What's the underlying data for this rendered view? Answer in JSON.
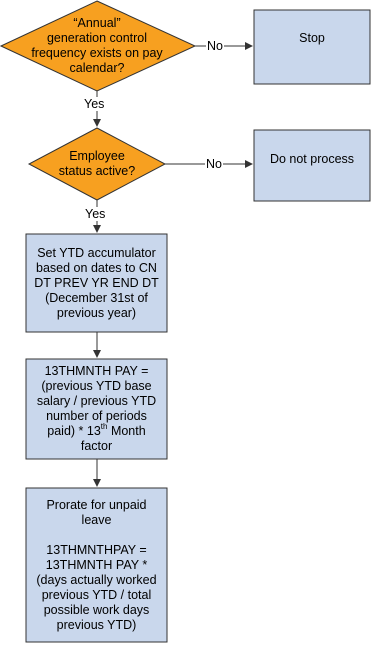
{
  "colors": {
    "decision_fill": "#F7A020",
    "process_fill": "#C9D7EC",
    "stroke": "#333333"
  },
  "nodes": {
    "decision_annual": {
      "lines": [
        "“Annual”",
        "generation control",
        "frequency exists on pay",
        "calendar?"
      ]
    },
    "stop": {
      "lines": [
        "Stop"
      ]
    },
    "decision_active": {
      "lines": [
        "Employee",
        "status active?"
      ]
    },
    "do_not_process": {
      "lines": [
        "Do not process"
      ]
    },
    "set_ytd": {
      "lines": [
        "Set YTD accumulator",
        "based on dates to CN",
        "DT PREV YR END DT",
        "(December 31st of",
        "previous year)"
      ]
    },
    "calc_13th": {
      "line1": "13THMNTH PAY =",
      "line2": "(previous YTD base",
      "line3": "salary / previous YTD",
      "line4": "number of periods",
      "line5_pre": "paid) * 13",
      "line5_sup": "th",
      "line5_post": " Month",
      "line6": "factor"
    },
    "prorate": {
      "lines": [
        "Prorate for unpaid",
        "leave",
        "",
        "13THMNTHPAY =",
        "13THMNTH PAY *",
        "(days actually worked",
        "previous YTD / total",
        "possible work days",
        "previous YTD)"
      ]
    }
  },
  "edges": {
    "no_1": "No",
    "yes_1": "Yes",
    "no_2": "No",
    "yes_2": "Yes"
  }
}
